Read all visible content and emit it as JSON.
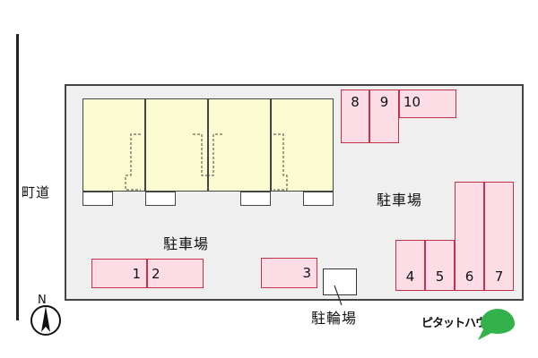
{
  "road": {
    "label": "町道"
  },
  "parking_areas": {
    "main_label": "駐車場",
    "right_label": "駐車場"
  },
  "bicycle_parking": {
    "label": "駐輪場"
  },
  "slots": [
    {
      "number": "1"
    },
    {
      "number": "2"
    },
    {
      "number": "3"
    },
    {
      "number": "4"
    },
    {
      "number": "5"
    },
    {
      "number": "6"
    },
    {
      "number": "7"
    },
    {
      "number": "8"
    },
    {
      "number": "9"
    },
    {
      "number": "10"
    }
  ],
  "compass": {
    "label": "N",
    "icon": "north-arrow-icon"
  },
  "logo": {
    "text": "ピタットハウス",
    "icon": "speech-bubble-icon",
    "color": "#33b14a"
  },
  "colors": {
    "slot_fill": "#fcdde6",
    "slot_border": "#c4314b",
    "building_fill": "#fbfbd2",
    "lot_fill": "#efefef"
  }
}
